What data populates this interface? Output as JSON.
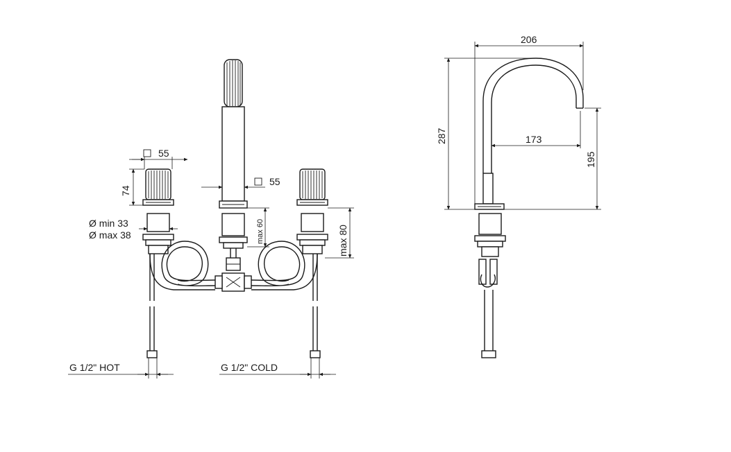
{
  "front_view": {
    "handle_size_label": "55",
    "handle_height_label": "74",
    "spout_size_label": "55",
    "dia_min_label": "Ø min 33",
    "dia_max_label": "Ø max 38",
    "max60_label": "max 60",
    "max80_label": "max 80",
    "hot_label": "G 1/2\" HOT",
    "cold_label": "G 1/2\" COLD"
  },
  "side_view": {
    "reach_label": "206",
    "height_label": "287",
    "inner_reach_label": "173",
    "spout_height_label": "195"
  }
}
